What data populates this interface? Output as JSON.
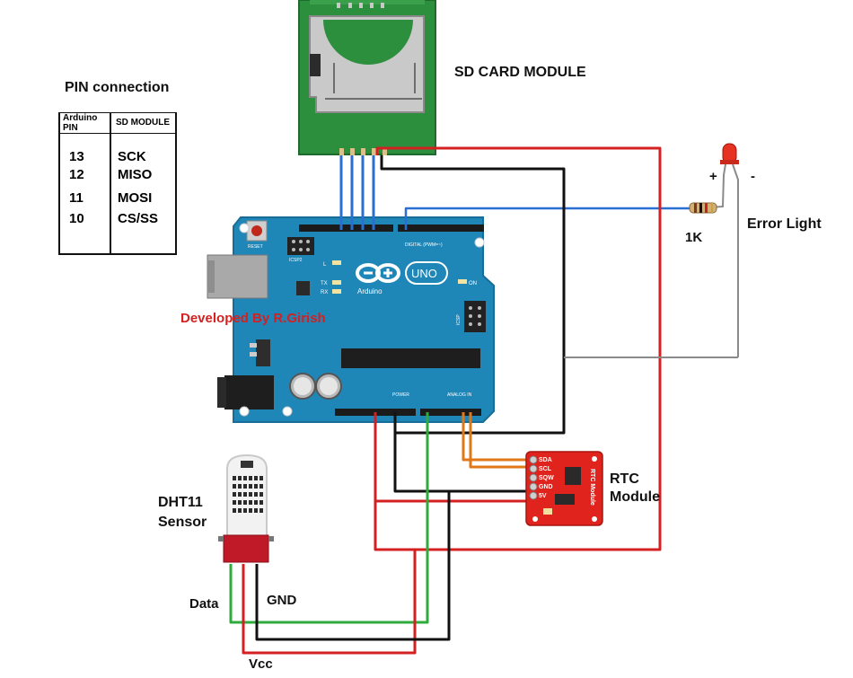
{
  "labels": {
    "pin_title": "PIN connection",
    "sd_module": "SD CARD MODULE",
    "error_light": "Error Light",
    "resistor": "1K",
    "plus": "+",
    "minus": "-",
    "developer": "Developed By R.Girish",
    "rtc_line1": "RTC",
    "rtc_line2": "Module",
    "dht_line1": "DHT11",
    "dht_line2": "Sensor",
    "data": "Data",
    "gnd": "GND",
    "vcc": "Vcc"
  },
  "pin_table": {
    "col1": "Arduino PIN",
    "col2": "SD MODULE",
    "rows": [
      {
        "arduino": "13",
        "sd": "SCK"
      },
      {
        "arduino": "12",
        "sd": "MISO"
      },
      {
        "arduino": "11",
        "sd": "MOSI"
      },
      {
        "arduino": "10",
        "sd": "CS/SS"
      }
    ]
  },
  "board": {
    "brand": "Arduino",
    "model": "UNO",
    "reset": "RESET",
    "icsp2": "ICSP2",
    "icsp": "ICSP",
    "digital": "DIGITAL (PWM=~)",
    "on": "ON",
    "tx": "TX",
    "rx": "RX",
    "l": "L",
    "power": "POWER",
    "analog": "ANALOG IN"
  },
  "rtc_pins": [
    "SDA",
    "SCL",
    "SQW",
    "GND",
    "5V"
  ],
  "rtc_chip_text": "RTC Module",
  "colors": {
    "board": "#1f86b8",
    "sd_green": "#2c8f3e",
    "wire_red": "#d42020",
    "wire_black": "#111111",
    "wire_blue": "#2a6fd1",
    "wire_gray": "#8a8a8a",
    "wire_green": "#2faa3c",
    "wire_orange": "#e0781a",
    "rtc_red": "#e0231c"
  }
}
